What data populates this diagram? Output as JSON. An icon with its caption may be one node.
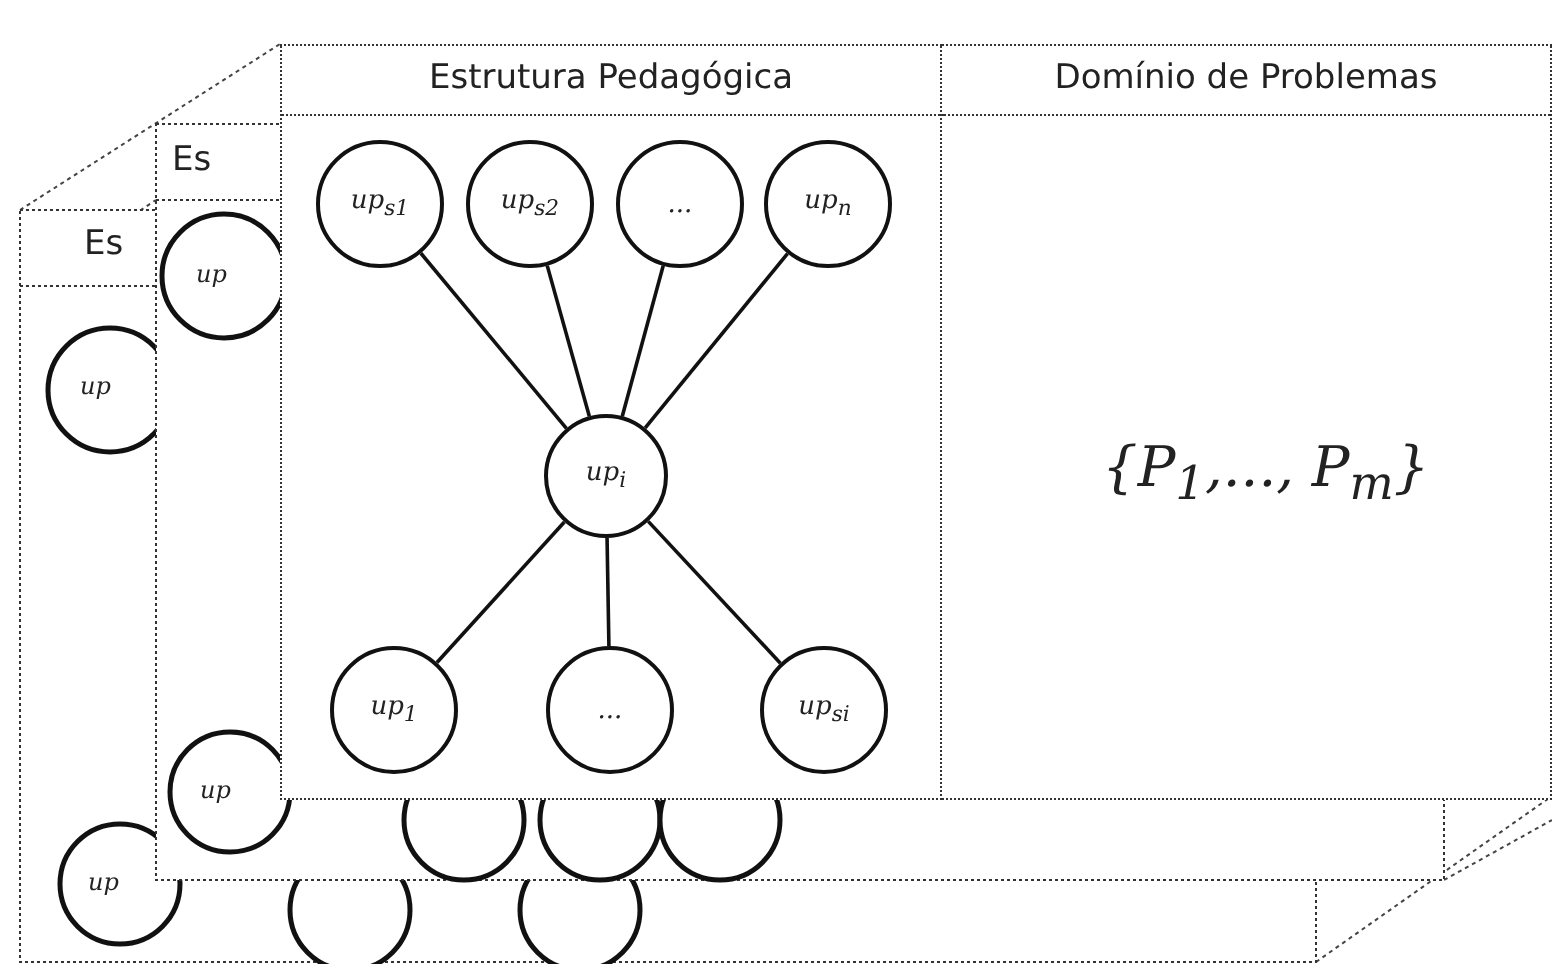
{
  "diagram": {
    "nodes": [
      {
        "text": [
          "Estrutura Pedagógica"
        ]
      },
      {
        "text": [
          "up$_{s1}$"
        ],
        "in": 0
      },
      {
        "text": [
          "up$_{s2}$"
        ],
        "in": 0
      },
      {
        "text": [
          "..."
        ],
        "in": 0
      },
      {
        "text": [
          "up$_{n}$"
        ],
        "in": 0
      },
      {
        "text": [
          "up$_{i}$"
        ],
        "in": 0
      },
      {
        "text": [
          "up$_{1}$"
        ],
        "in": 0
      },
      {
        "text": [
          "..."
        ],
        "in": 0
      },
      {
        "text": [
          "up$_{si}$"
        ],
        "in": 0
      },
      {
        "text": [
          "Domínio de Problemas",
          "{P$_{1}$,..., P$_{m}$}"
        ]
      }
    ],
    "edges": [
      {
        "from": 1,
        "to": 5,
        "arrow": "none"
      },
      {
        "from": 2,
        "to": 5,
        "arrow": "none"
      },
      {
        "from": 3,
        "to": 5,
        "arrow": "none"
      },
      {
        "from": 4,
        "to": 5,
        "arrow": "none"
      },
      {
        "from": 5,
        "to": 6,
        "arrow": "none"
      },
      {
        "from": 5,
        "to": 7,
        "arrow": "none"
      },
      {
        "from": 5,
        "to": 8,
        "arrow": "none"
      }
    ],
    "labels": [
      "Es",
      "Es",
      "up",
      "up",
      "up",
      "up"
    ]
  }
}
